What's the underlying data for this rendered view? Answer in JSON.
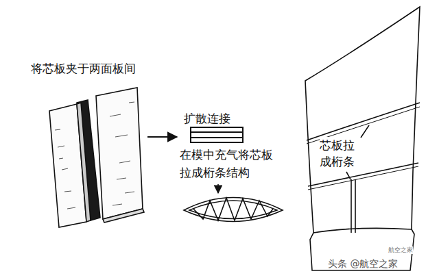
{
  "diagram": {
    "labels": [
      "将芯板夹于两面板间",
      "扩散连接",
      "在模中充气将芯板 拉成桁条结构",
      "芯板拉 成桁条",
      "头条 @航空之家",
      "航空之家"
    ]
  }
}
